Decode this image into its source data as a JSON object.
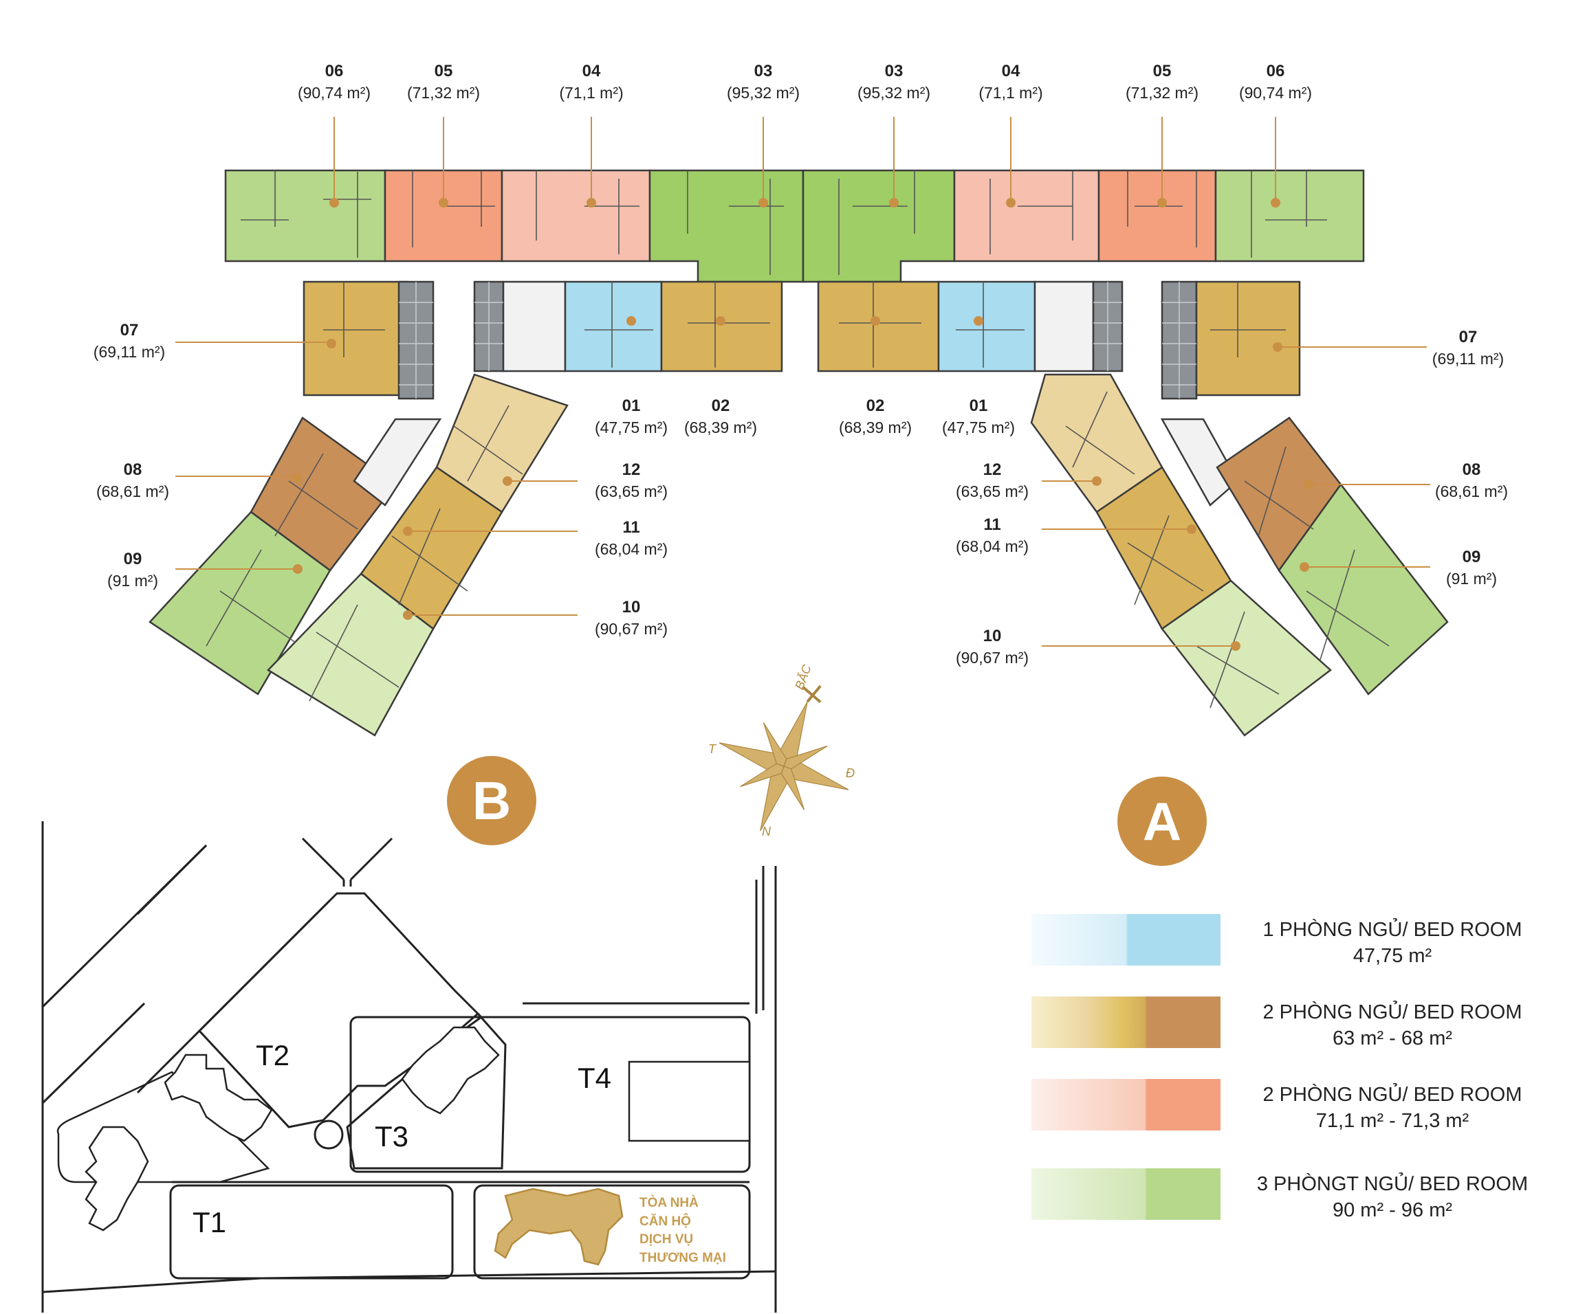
{
  "units": [
    {
      "id": "B-06-top",
      "num": "06",
      "area": "(90,74 m²)"
    },
    {
      "id": "B-05-top",
      "num": "05",
      "area": "(71,32 m²)"
    },
    {
      "id": "B-04-top",
      "num": "04",
      "area": "(71,1 m²)"
    },
    {
      "id": "B-03-top",
      "num": "03",
      "area": "(95,32 m²)"
    },
    {
      "id": "A-03-top",
      "num": "03",
      "area": "(95,32 m²)"
    },
    {
      "id": "A-04-top",
      "num": "04",
      "area": "(71,1 m²)"
    },
    {
      "id": "A-05-top",
      "num": "05",
      "area": "(71,32 m²)"
    },
    {
      "id": "A-06-top",
      "num": "06",
      "area": "(90,74 m²)"
    },
    {
      "id": "B-07",
      "num": "07",
      "area": "(69,11 m²)"
    },
    {
      "id": "B-01",
      "num": "01",
      "area": "(47,75 m²)"
    },
    {
      "id": "B-02",
      "num": "02",
      "area": "(68,39 m²)"
    },
    {
      "id": "A-02",
      "num": "02",
      "area": "(68,39 m²)"
    },
    {
      "id": "A-01",
      "num": "01",
      "area": "(47,75 m²)"
    },
    {
      "id": "A-07",
      "num": "07",
      "area": "(69,11 m²)"
    },
    {
      "id": "B-08",
      "num": "08",
      "area": "(68,61 m²)"
    },
    {
      "id": "B-12",
      "num": "12",
      "area": "(63,65 m²)"
    },
    {
      "id": "A-12",
      "num": "12",
      "area": "(63,65 m²)"
    },
    {
      "id": "A-08",
      "num": "08",
      "area": "(68,61 m²)"
    },
    {
      "id": "B-11",
      "num": "11",
      "area": "(68,04 m²)"
    },
    {
      "id": "A-11",
      "num": "11",
      "area": "(68,04 m²)"
    },
    {
      "id": "B-09",
      "num": "09",
      "area": "(91 m²)"
    },
    {
      "id": "A-09",
      "num": "09",
      "area": "(91 m²)"
    },
    {
      "id": "B-10",
      "num": "10",
      "area": "(90,67 m²)"
    },
    {
      "id": "A-10",
      "num": "10",
      "area": "(90,67 m²)"
    }
  ],
  "wings": {
    "left": "B",
    "right": "A"
  },
  "compass": {
    "north": "BẮC",
    "east": "Đ",
    "west": "T",
    "south": "N"
  },
  "legend": [
    {
      "title": "1 PHÒNG NGỦ/ BED ROOM",
      "sub": "47,75 m²",
      "color": "#a9dcef"
    },
    {
      "title": "2 PHÒNG NGỦ/ BED ROOM",
      "sub": "63 m² - 68  m²",
      "color": "#c98f59"
    },
    {
      "title": "2 PHÒNG NGỦ/ BED ROOM",
      "sub": "71,1 m² - 71,3  m²",
      "color": "#f4a07e"
    },
    {
      "title": "3 PHÒNGT NGỦ/ BED ROOM",
      "sub": "90 m² - 96  m²",
      "color": "#b6d88a"
    }
  ],
  "site_map": {
    "t1": "T1",
    "t2": "T2",
    "t3": "T3",
    "t4": "T4",
    "mall_lines": [
      "TÒA NHÀ",
      "CĂN HỘ",
      "DỊCH VỤ",
      "THƯƠNG MẠI"
    ]
  },
  "colors": {
    "three_bed": "#b6d88a",
    "three_bed_light": "#d8eab8",
    "three_bed_dark": "#9fcd66",
    "two_bed_salmon": "#f4a07e",
    "two_bed_peach": "#f6bfae",
    "two_bed_gold": "#d9b35b",
    "two_bed_brown": "#c98f59",
    "two_bed_tan": "#ebd59e",
    "one_bed": "#a9dcef",
    "core": "#8c9196",
    "accent": "#c98f45"
  }
}
